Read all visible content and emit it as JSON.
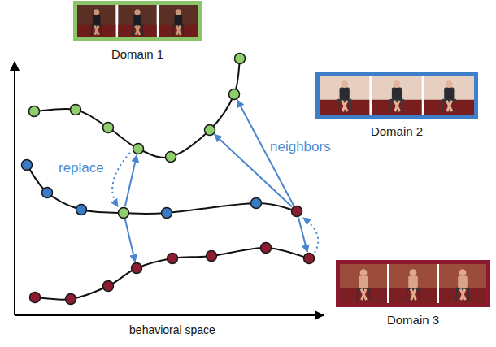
{
  "diagram": {
    "nodes": [
      {
        "text": [
          "Domain 1"
        ]
      },
      {
        "text": [
          "Domain 2"
        ]
      },
      {
        "text": [
          "Domain 3"
        ]
      }
    ],
    "labels": [
      "replace",
      "neighbors",
      "behavioral space"
    ]
  }
}
